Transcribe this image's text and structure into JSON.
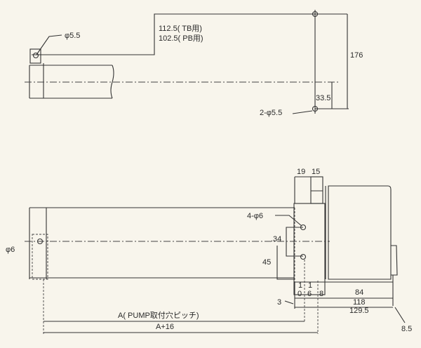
{
  "top_view": {
    "hole_left_label": "φ5.5",
    "offset_tb_label": "112.5( TB用)",
    "offset_pb_label": "102.5( PB用)",
    "height_label": "176",
    "center_offset_label": "33.5",
    "holes_label": "2-φ5.5"
  },
  "side_view": {
    "left_hole_label": "φ6",
    "holes_label": "4-φ6",
    "dim_19": "19",
    "dim_15": "15",
    "dim_34": ".34",
    "dim_45": "45",
    "dim_10a": "1",
    "dim_10b": "0",
    "dim_16a": "1",
    "dim_16b": "6",
    "dim_8": "8",
    "dim_84": "84",
    "dim_118": "118",
    "dim_129_5": "129.5",
    "dim_3": "3",
    "dim_8_5": "8.5",
    "pitch_label": "A( PUMP取付穴ピッチ)",
    "total_label": "A+16"
  }
}
